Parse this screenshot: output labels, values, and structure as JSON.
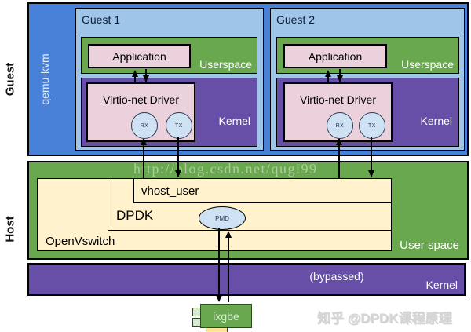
{
  "sides": {
    "guest": "Guest",
    "host": "Host"
  },
  "hypervisor": "qemu-kvm",
  "guests": [
    {
      "title": "Guest 1",
      "userspace_label": "Userspace",
      "application": "Application",
      "kernel_label": "Kernel",
      "driver": "Virtio-net Driver",
      "rx": "RX",
      "tx": "TX"
    },
    {
      "title": "Guest 2",
      "userspace_label": "Userspace",
      "application": "Application",
      "kernel_label": "Kernel",
      "driver": "Virtio-net Driver",
      "rx": "RX",
      "tx": "TX"
    }
  ],
  "host": {
    "userspace_label": "User space",
    "openvswitch": "OpenVswitch",
    "dpdk": "DPDK",
    "vhost_user": "vhost_user",
    "pmd": "PMD",
    "kernel": {
      "bypassed": "(bypassed)",
      "label": "Kernel"
    },
    "nic": "ixgbe"
  },
  "watermarks": {
    "csdn": "http://blog.csdn.net/qugi99",
    "zhihu": "知乎 @DPDK课程原理"
  },
  "colors": {
    "hypervisor_blue": "#4a81d8",
    "guest_blue": "#9fc5e8",
    "userspace_green": "#6aa84f",
    "kernel_purple": "#674ea7",
    "app_pink": "#ead1dc",
    "dpdk_cream": "#fff2cc",
    "queue_blue": "#cfe2f3",
    "nic_green": "#6aa84f"
  }
}
